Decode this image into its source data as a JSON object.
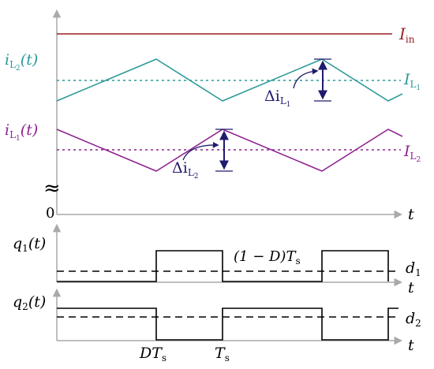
{
  "colors": {
    "iin": "#9a1f22",
    "il2": "#2a9a98",
    "il1": "#8e228f",
    "navy": "#1f1b6e",
    "axis": "#a9a9a9",
    "black": "#000000"
  },
  "top": {
    "label_iin_main": "I",
    "label_iin_sub": "in",
    "label_il2_wave_main": "i",
    "label_il2_wave_sub": "L",
    "label_il2_wave_subsub": "2",
    "label_il2_wave_arg": "(t)",
    "label_il1_wave_main": "i",
    "label_il1_wave_sub": "L",
    "label_il1_wave_subsub": "1",
    "label_il1_wave_arg": "(t)",
    "label_IL1_main": "I",
    "label_IL1_sub": "L",
    "label_IL1_subsub": "1",
    "label_IL2_main": "I",
    "label_IL2_sub": "L",
    "label_IL2_subsub": "2",
    "delta_il1_main": "Δi",
    "delta_il1_sub": "L",
    "delta_il1_subsub": "1",
    "delta_il2_main": "Δi",
    "delta_il2_sub": "L",
    "delta_il2_subsub": "2",
    "zero": "0",
    "t": "t",
    "break_mark": "≈"
  },
  "q1": {
    "label_main": "q",
    "label_sub": "1",
    "label_arg": "(t)",
    "duty_main": "d",
    "duty_sub": "1",
    "off_label_main": "(1 − D)T",
    "off_label_sub": "s",
    "t": "t"
  },
  "q2": {
    "label_main": "q",
    "label_sub": "2",
    "label_arg": "(t)",
    "duty_main": "d",
    "duty_sub": "2",
    "t": "t"
  },
  "xticks": {
    "dts_main": "DT",
    "dts_sub": "s",
    "ts_main": "T",
    "ts_sub": "s"
  }
}
